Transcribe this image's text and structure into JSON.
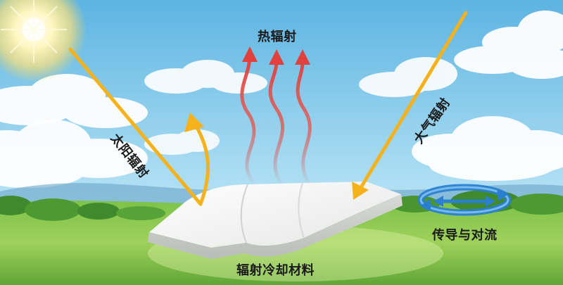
{
  "diagram": {
    "labels": {
      "heat_radiation": "热辐射",
      "solar_radiation": "太阳辐射",
      "atmospheric_radiation": "大气辐射",
      "conduction_convection": "传导与对流",
      "material": "辐射冷却材料"
    },
    "colors": {
      "sky_top": "#6fbfe6",
      "sky_bottom": "#cbeaf7",
      "grass_dark": "#5aa83a",
      "grass_light": "#a8d860",
      "solar_arrow": "#f5b21c",
      "heat_arrow": "#e0413e",
      "convection_arrow": "#2a7fd0",
      "material": "#f2f3f2"
    }
  }
}
